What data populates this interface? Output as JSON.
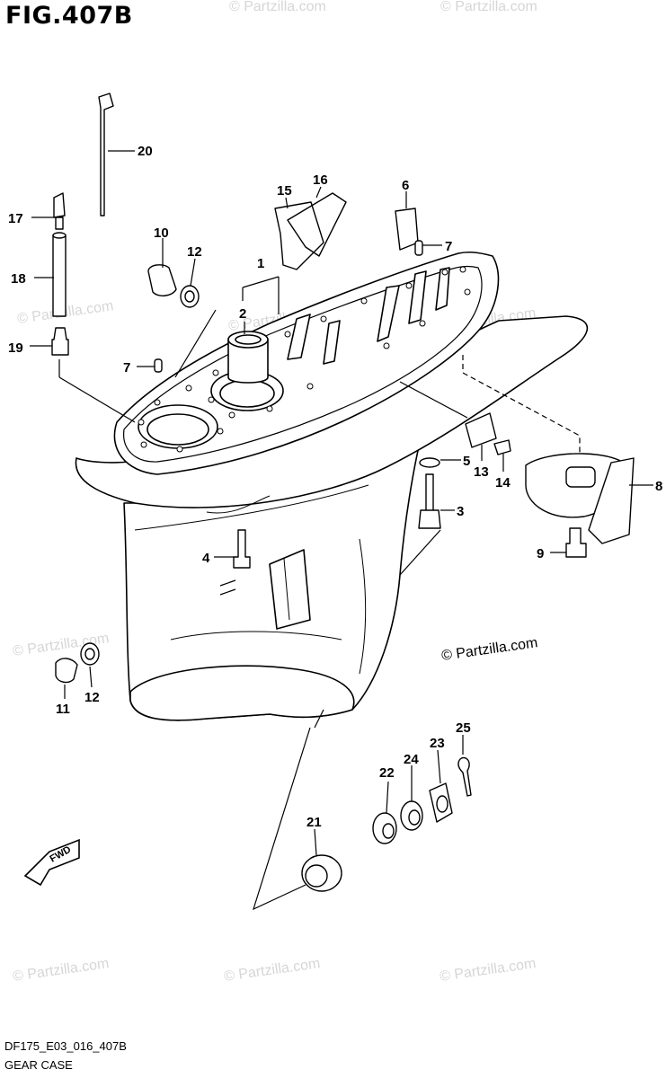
{
  "figure": {
    "title": "FIG.407B",
    "code": "DF175_E03_016_407B",
    "name": "GEAR CASE",
    "copyright": "© Partzilla.com",
    "watermark": "© Partzilla.com",
    "fwd_label": "FWD"
  },
  "callouts": {
    "p1": "1",
    "p2": "2",
    "p3": "3",
    "p4": "4",
    "p5": "5",
    "p6": "6",
    "p7a": "7",
    "p7b": "7",
    "p8": "8",
    "p9": "9",
    "p10": "10",
    "p11": "11",
    "p12a": "12",
    "p12b": "12",
    "p13": "13",
    "p14": "14",
    "p15": "15",
    "p16": "16",
    "p17": "17",
    "p18": "18",
    "p19": "19",
    "p20": "20",
    "p21": "21",
    "p22": "22",
    "p23": "23",
    "p24": "24",
    "p25": "25"
  }
}
